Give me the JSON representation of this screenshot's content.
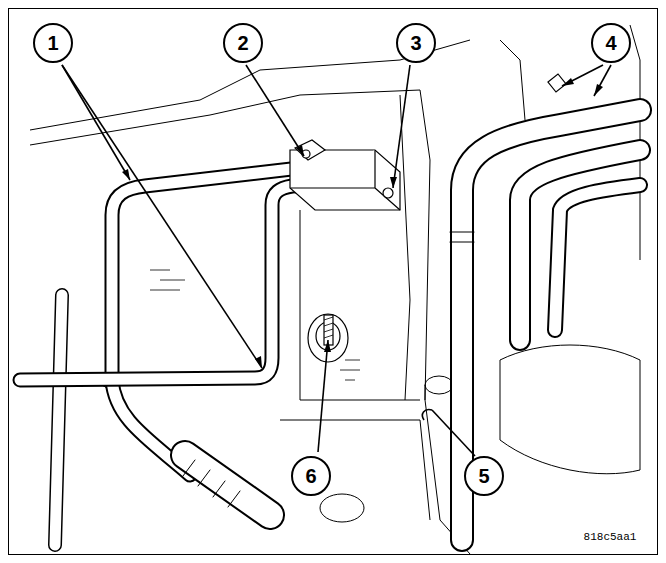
{
  "diagram": {
    "labels": [
      "1",
      "2",
      "3",
      "4",
      "5",
      "6",
      "818c5aa1"
    ]
  }
}
